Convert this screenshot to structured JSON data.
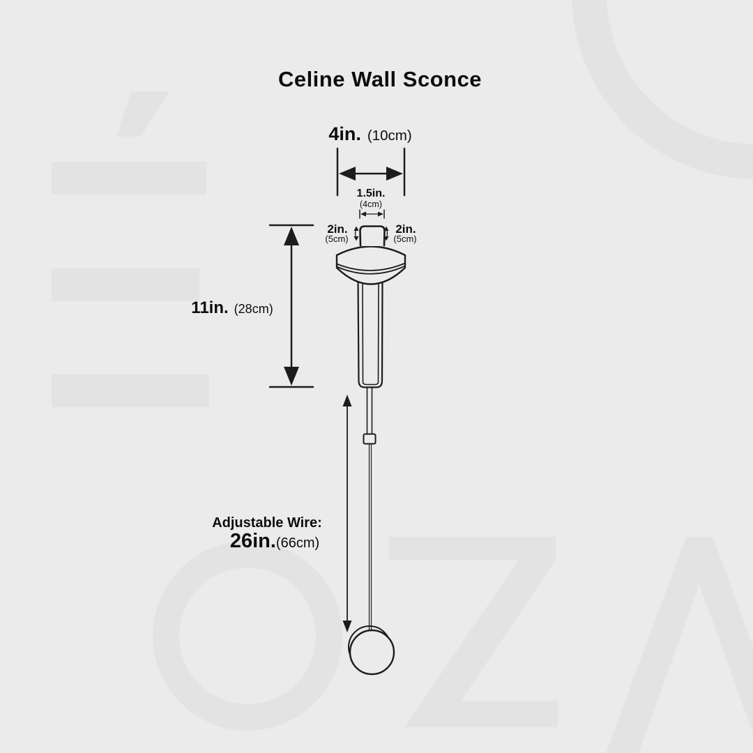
{
  "page": {
    "title": "Celine Wall Sconce"
  },
  "colors": {
    "background": "#ebebeb",
    "watermark": "#e3e3e3",
    "line": "#1c1c1c",
    "text": "#0d0d0d"
  },
  "dimensions": {
    "width": {
      "imperial": "4in.",
      "metric": "(10cm)"
    },
    "inner_width": {
      "imperial": "1.5in.",
      "metric": "(4cm)"
    },
    "left_offset": {
      "imperial": "2in.",
      "metric": "(5cm)"
    },
    "right_offset": {
      "imperial": "2in.",
      "metric": "(5cm)"
    },
    "height": {
      "imperial": "11in.",
      "metric": "(28cm)"
    },
    "wire": {
      "label": "Adjustable Wire:",
      "imperial": "26in.",
      "metric": "(66cm)"
    }
  },
  "watermark": {
    "letters": [
      "É",
      "O",
      "Z",
      "A"
    ]
  }
}
